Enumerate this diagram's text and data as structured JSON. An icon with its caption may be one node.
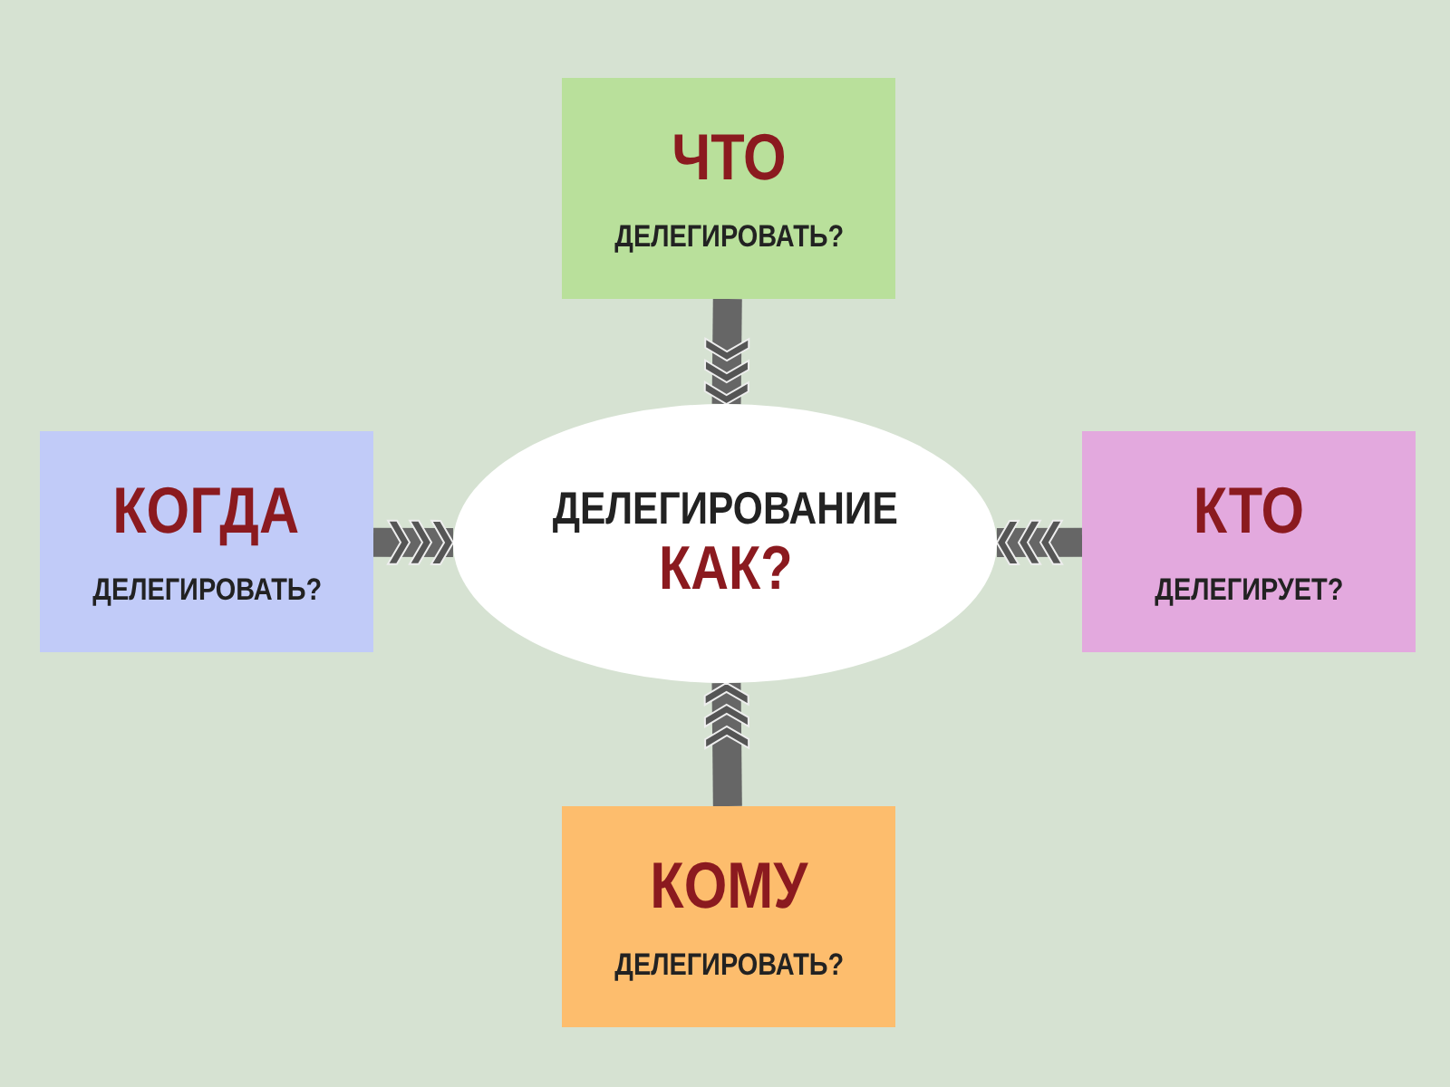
{
  "diagram": {
    "nodes": [
      {
        "text": [
          "ЧТО",
          "ДЕЛЕГИРОВАТЬ?"
        ]
      },
      {
        "text": [
          "КОГДА",
          "ДЕЛЕГИРОВАТЬ?"
        ]
      },
      {
        "text": [
          "ДЕЛЕГИРОВАНИЕ",
          "КАК?"
        ]
      },
      {
        "text": [
          "КТО",
          "ДЕЛЕГИРУЕТ?"
        ]
      },
      {
        "text": [
          "КОМУ",
          "ДЕЛЕГИРОВАТЬ?"
        ]
      }
    ],
    "edges": [
      {
        "from": 0,
        "to": 2,
        "arrow": "to"
      },
      {
        "from": 1,
        "to": 2,
        "arrow": "to"
      },
      {
        "from": 3,
        "to": 2,
        "arrow": "to"
      },
      {
        "from": 4,
        "to": 2,
        "arrow": "to"
      }
    ]
  }
}
